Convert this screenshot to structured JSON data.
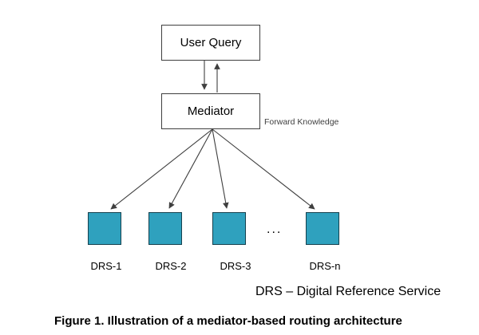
{
  "diagram": {
    "nodes": {
      "user_query": {
        "label": "User Query"
      },
      "mediator": {
        "label": "Mediator"
      }
    },
    "annotation": "Forward Knowledge",
    "drs_nodes": [
      {
        "label": "DRS-1"
      },
      {
        "label": "DRS-2"
      },
      {
        "label": "DRS-3"
      },
      {
        "label": "DRS-n"
      }
    ],
    "ellipsis": "...",
    "legend": "DRS – Digital Reference Service",
    "caption": "Figure 1. Illustration of a mediator-based routing architecture",
    "colors": {
      "background": "#ffffff",
      "text": "#000000",
      "line": "#3f3f3f",
      "box_border": "#3f3f3f",
      "annotation_text": "#404040",
      "drs_fill": "#2FA1BE",
      "drs_border": "#15414E"
    }
  }
}
